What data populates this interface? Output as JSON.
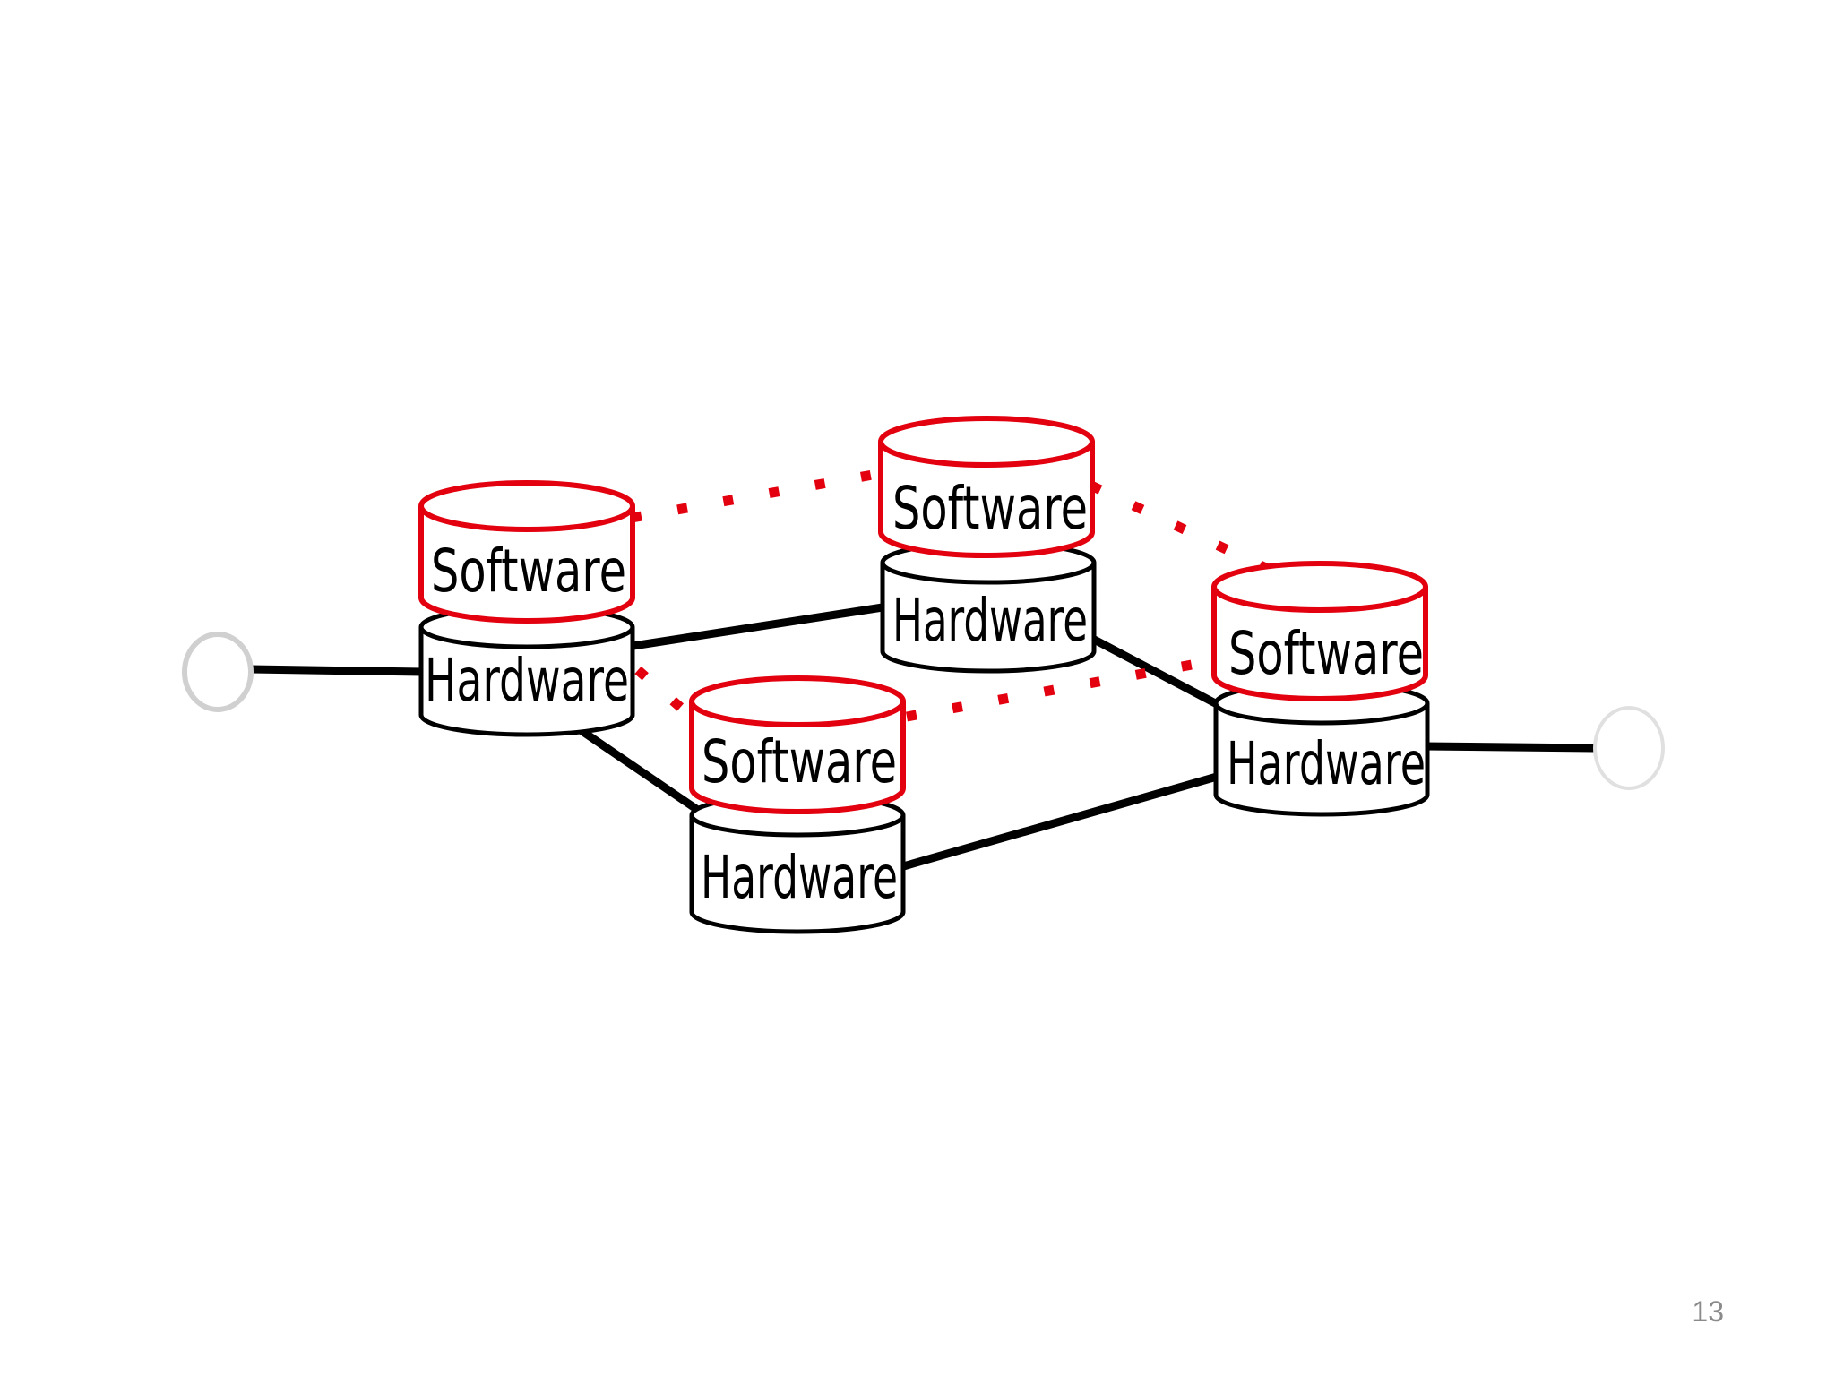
{
  "slide": {
    "page_number": "13"
  },
  "diagram": {
    "node_labels": {
      "software": "Software",
      "hardware": "Hardware"
    },
    "colors": {
      "software_outline": "#e3000f",
      "overlay_dots": "#e3000f",
      "hardware_outline": "#000000",
      "physical_links": "#000000",
      "endpoint_outline": "#d0d0d0",
      "page_number": "#8a8a8a"
    },
    "nodes": [
      {
        "id": "node-left",
        "software_label": "Software",
        "hardware_label": "Hardware"
      },
      {
        "id": "node-top",
        "software_label": "Software",
        "hardware_label": "Hardware"
      },
      {
        "id": "node-bottom",
        "software_label": "Software",
        "hardware_label": "Hardware"
      },
      {
        "id": "node-right",
        "software_label": "Software",
        "hardware_label": "Hardware"
      }
    ],
    "endpoints": [
      "endpoint-left",
      "endpoint-right"
    ]
  }
}
